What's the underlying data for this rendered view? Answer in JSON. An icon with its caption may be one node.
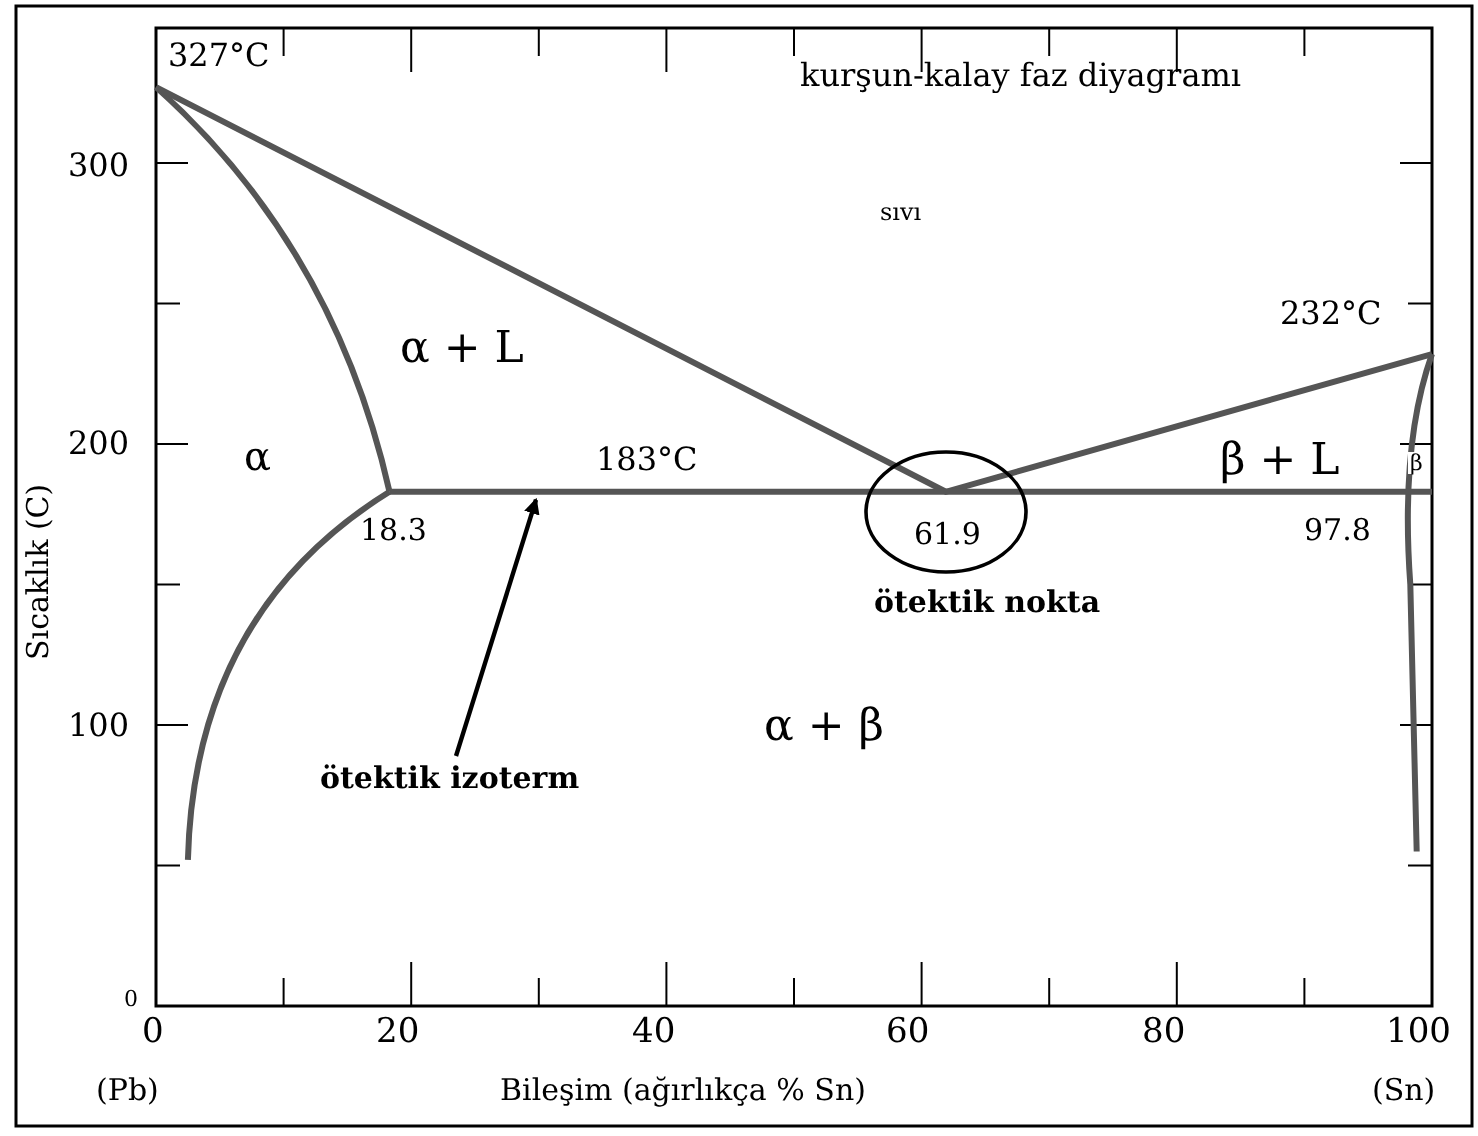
{
  "diagram": {
    "title": "kurşun-kalay faz diyagramı",
    "nodes": [
      {
        "text": [],
        "shape": "line"
      },
      {
        "text": [
          "61.9"
        ],
        "beside": [
          "ötektik nokta"
        ]
      },
      {
        "text": [
          "ötektik izoterm"
        ]
      }
    ],
    "edges": [
      {
        "from": 2,
        "to": 0,
        "arrow": "to"
      }
    ],
    "labels": [
      "327°C",
      "300",
      "sıvı",
      "232°C",
      "α + L",
      "200",
      "α",
      "183°C",
      "β + L",
      "18.3",
      "97.8",
      "β",
      "100",
      "α + β",
      "0",
      "0",
      "20",
      "40",
      "60",
      "80",
      "100",
      "(Pb)",
      "Bileşim (ağırlıkça % Sn)",
      "(Sn)",
      "Sıcaklık (C)"
    ]
  }
}
